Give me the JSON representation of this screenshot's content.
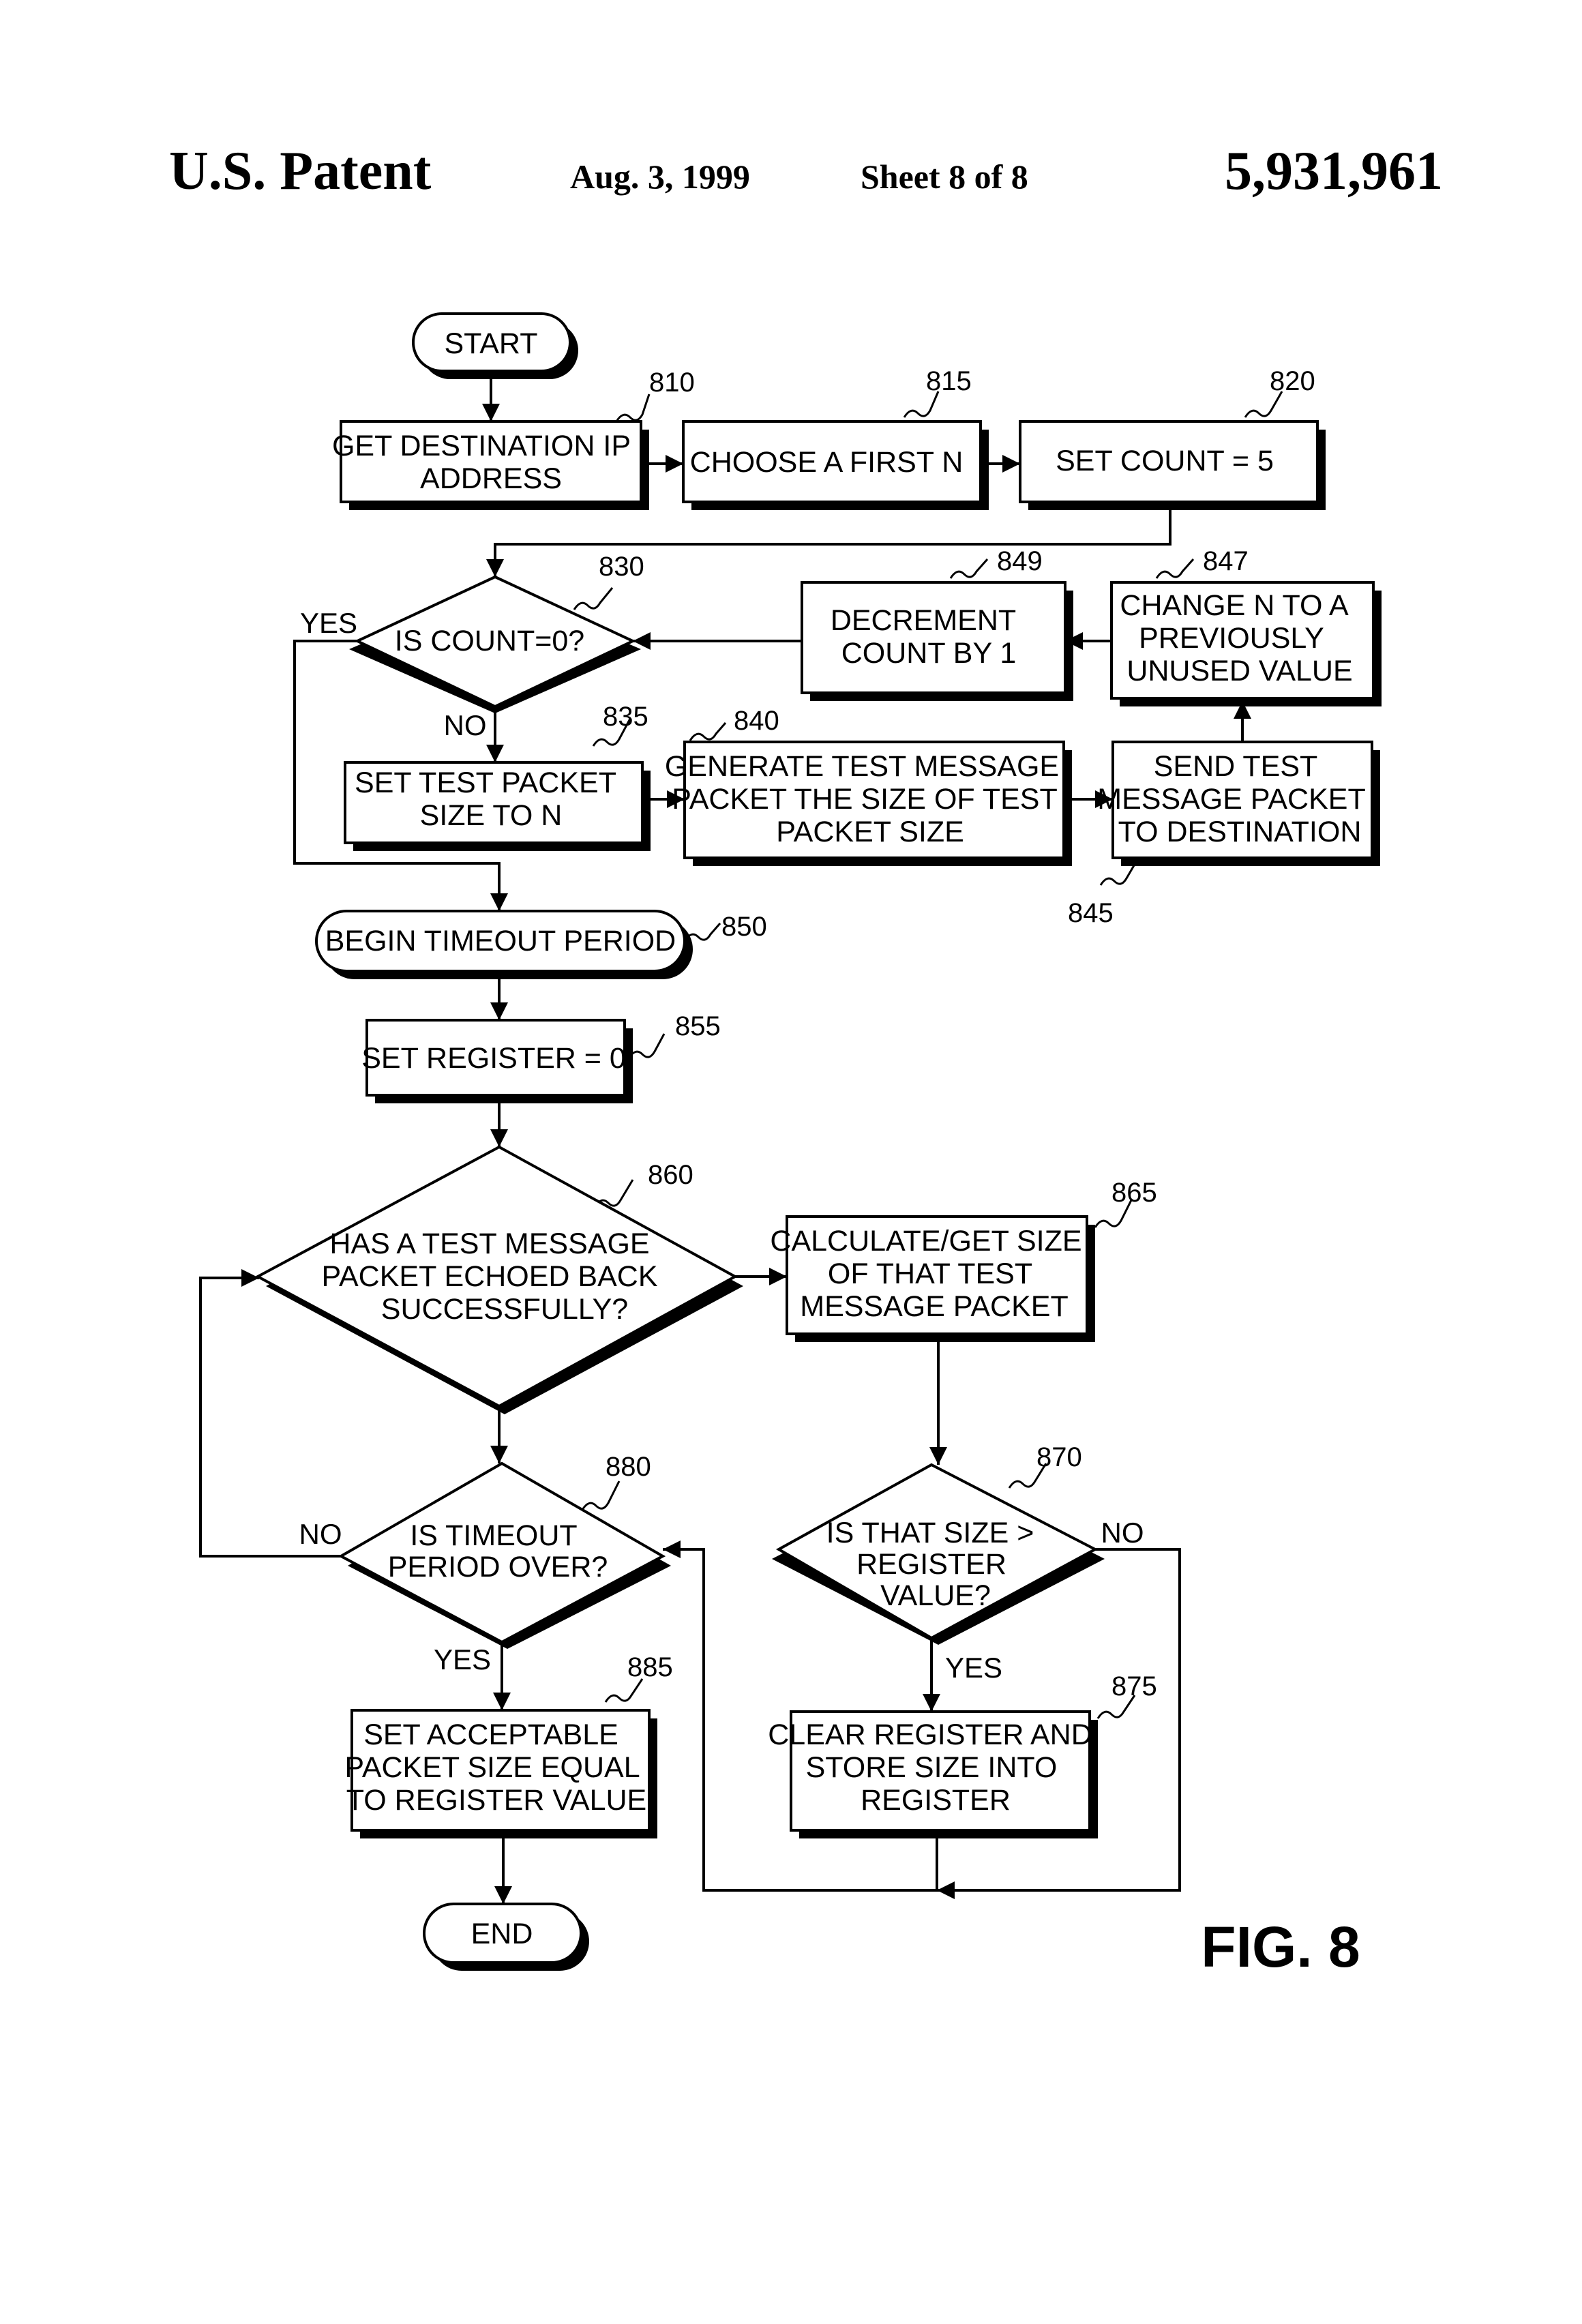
{
  "header": {
    "left": "U.S. Patent",
    "date": "Aug. 3, 1999",
    "sheet": "Sheet 8 of 8",
    "number": "5,931,961"
  },
  "figure_label": "FIG. 8",
  "nodes": {
    "start": {
      "lines": [
        "START"
      ]
    },
    "n810": {
      "ref": "810",
      "lines": [
        "GET DESTINATION IP",
        "ADDRESS"
      ]
    },
    "n815": {
      "ref": "815",
      "lines": [
        "CHOOSE A FIRST N"
      ]
    },
    "n820": {
      "ref": "820",
      "lines": [
        "SET COUNT = 5"
      ]
    },
    "n830": {
      "ref": "830",
      "lines": [
        "IS COUNT=0?"
      ]
    },
    "n835": {
      "ref": "835",
      "lines": [
        "SET TEST PACKET",
        "SIZE TO N"
      ]
    },
    "n840": {
      "ref": "840",
      "lines": [
        "GENERATE TEST MESSAGE",
        "PACKET THE SIZE OF TEST",
        "PACKET SIZE"
      ]
    },
    "n845": {
      "ref": "845",
      "lines": [
        "SEND TEST",
        "MESSAGE PACKET",
        "TO DESTINATION"
      ]
    },
    "n847": {
      "ref": "847",
      "lines": [
        "CHANGE N TO A",
        "PREVIOUSLY",
        "UNUSED VALUE"
      ]
    },
    "n849": {
      "ref": "849",
      "lines": [
        "DECREMENT",
        "COUNT BY 1"
      ]
    },
    "n850": {
      "ref": "850",
      "lines": [
        "BEGIN TIMEOUT PERIOD"
      ]
    },
    "n855": {
      "ref": "855",
      "lines": [
        "SET REGISTER = 0"
      ]
    },
    "n860": {
      "ref": "860",
      "lines": [
        "HAS A TEST MESSAGE",
        "PACKET ECHOED BACK",
        "SUCCESSFULLY?"
      ]
    },
    "n865": {
      "ref": "865",
      "lines": [
        "CALCULATE/GET SIZE",
        "OF THAT TEST",
        "MESSAGE PACKET"
      ]
    },
    "n870": {
      "ref": "870",
      "lines": [
        "IS THAT SIZE >",
        "REGISTER",
        "VALUE?"
      ]
    },
    "n875": {
      "ref": "875",
      "lines": [
        "CLEAR REGISTER AND",
        "STORE SIZE INTO",
        "REGISTER"
      ]
    },
    "n880": {
      "ref": "880",
      "lines": [
        "IS TIMEOUT",
        "PERIOD OVER?"
      ]
    },
    "n885": {
      "ref": "885",
      "lines": [
        "SET ACCEPTABLE",
        "PACKET SIZE EQUAL",
        "TO REGISTER VALUE"
      ]
    },
    "end": {
      "lines": [
        "END"
      ]
    }
  },
  "branch_labels": {
    "c830_yes": "YES",
    "c830_no": "NO",
    "c880_no": "NO",
    "c880_yes": "YES",
    "c870_no": "NO",
    "c870_yes": "YES"
  }
}
